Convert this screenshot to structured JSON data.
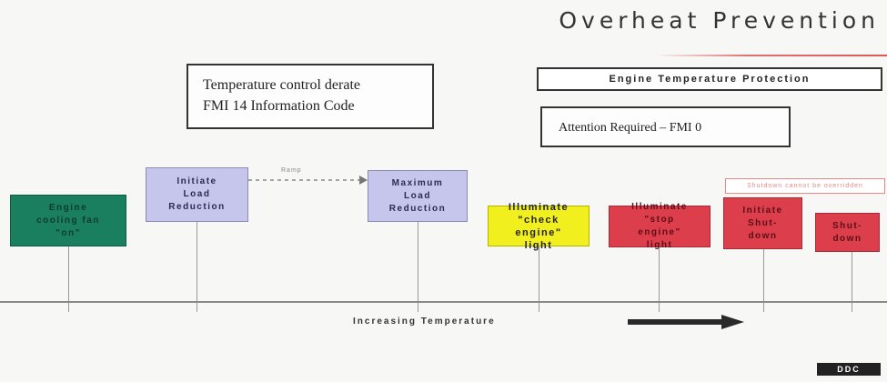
{
  "title": "Overheat Prevention",
  "derate_box": {
    "line1": "Temperature control derate",
    "line2": "FMI 14 Information  Code"
  },
  "engine_protection": "Engine Temperature Protection",
  "attention": "Attention Required – FMI 0",
  "stages": {
    "cooling": "Engine\ncooling fan\n\"on\"",
    "initiate_load": "Initiate\nLoad\nReduction",
    "dashed_label": "Ramp",
    "max_load": "Maximum\nLoad\nReduction",
    "check_engine": "Illuminate\n\"check\nengine\"\nlight",
    "stop_engine": "Illuminate\n\"stop\nengine\"\nlight",
    "shutdown_label": "Shutdown cannot be overridden",
    "initiate_shutdown": "Initiate\nShut-\ndown",
    "shutdown": "Shut-\ndown"
  },
  "axis_label": "Increasing Temperature",
  "logo": "DDC"
}
